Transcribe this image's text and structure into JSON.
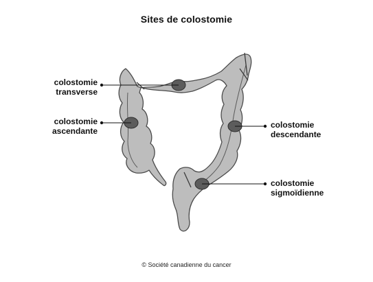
{
  "title": "Sites de colostomie",
  "labels": {
    "transverse": [
      "colostomie",
      "transverse"
    ],
    "ascending": [
      "colostomie",
      "ascendante"
    ],
    "descending": [
      "colostomie",
      "descendante"
    ],
    "sigmoid": [
      "colostomie",
      "sigmoïdienne"
    ]
  },
  "credit": "© Société canadienne du cancer",
  "colors": {
    "colon_fill": "#bdbdbd",
    "colon_stroke": "#4a4a4a",
    "stoma_fill": "#5c5c5c",
    "leader_line": "#111111"
  }
}
